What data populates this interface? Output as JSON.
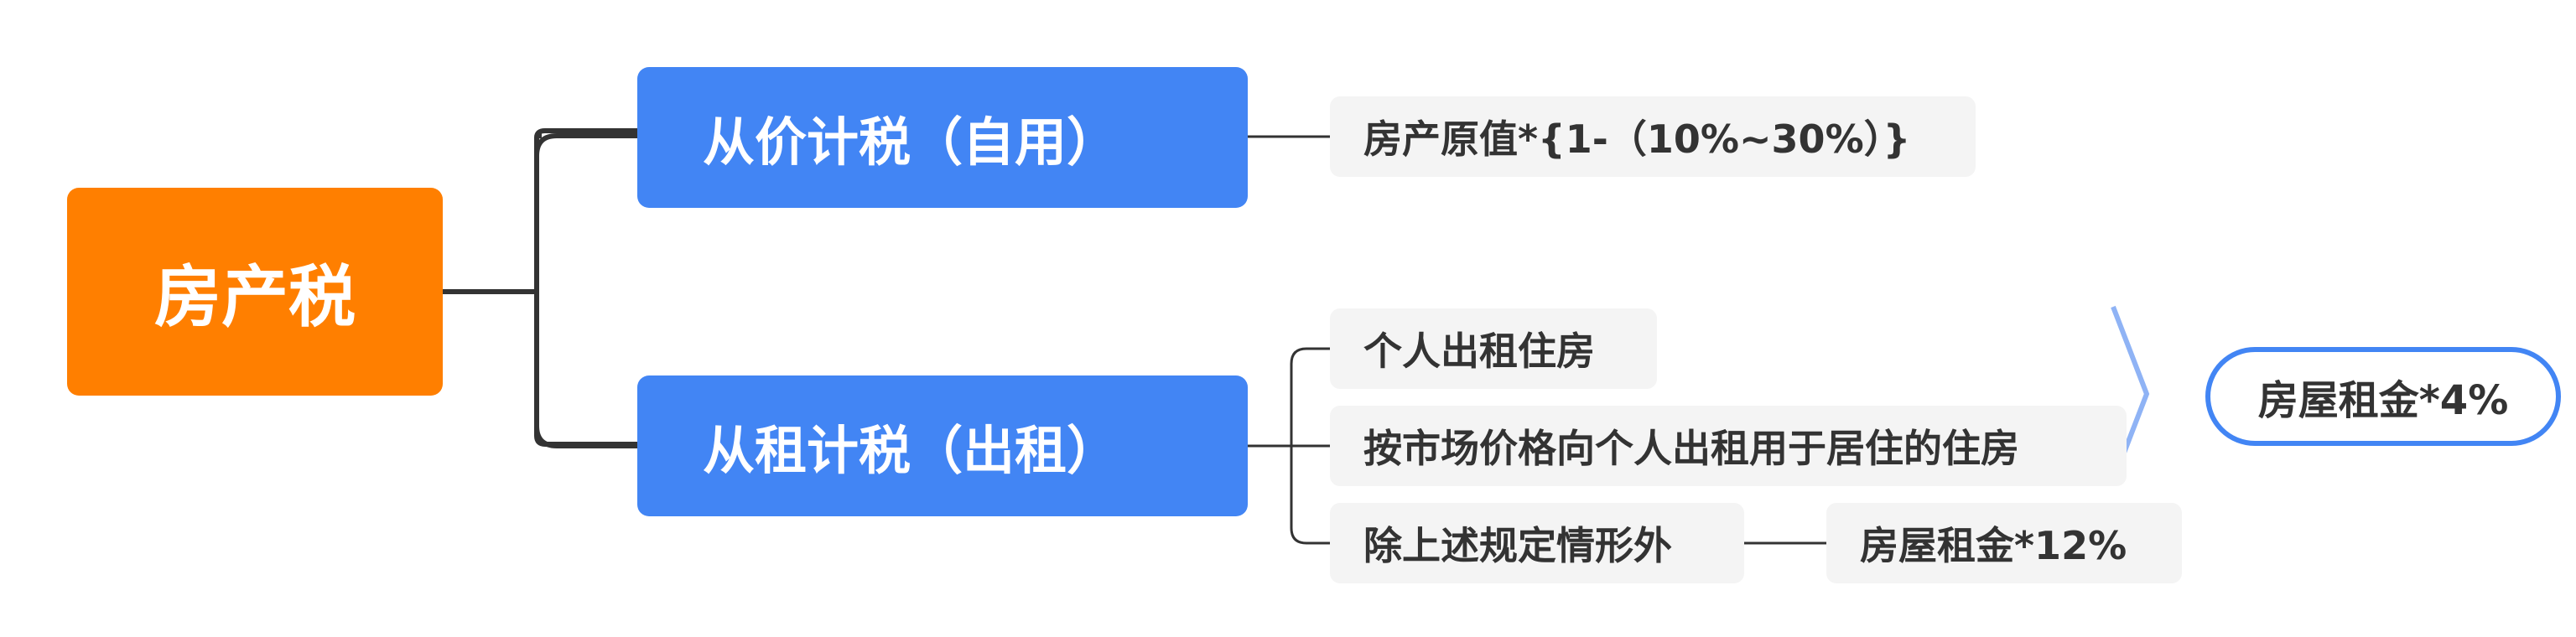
{
  "root": {
    "label": "房产税"
  },
  "branches": [
    {
      "label": "从价计税（自用）",
      "items": [
        {
          "label": "房产原值*{1-（10%~30%）}"
        }
      ]
    },
    {
      "label": "从租计税（出租）",
      "items": [
        {
          "label": "个人出租住房"
        },
        {
          "label": "按市场价格向个人出租用于居住的住房"
        },
        {
          "label": "除上述规定情形外"
        }
      ],
      "grouped_result": {
        "label": "房屋租金*4%"
      },
      "other_result": {
        "label": "房屋租金*12%"
      }
    }
  ],
  "colors": {
    "root": "#FF7F00",
    "branch": "#4285F4",
    "leaf_bg": "#F4F4F4",
    "connector": "#333333",
    "brace": "#8FB3F5"
  }
}
